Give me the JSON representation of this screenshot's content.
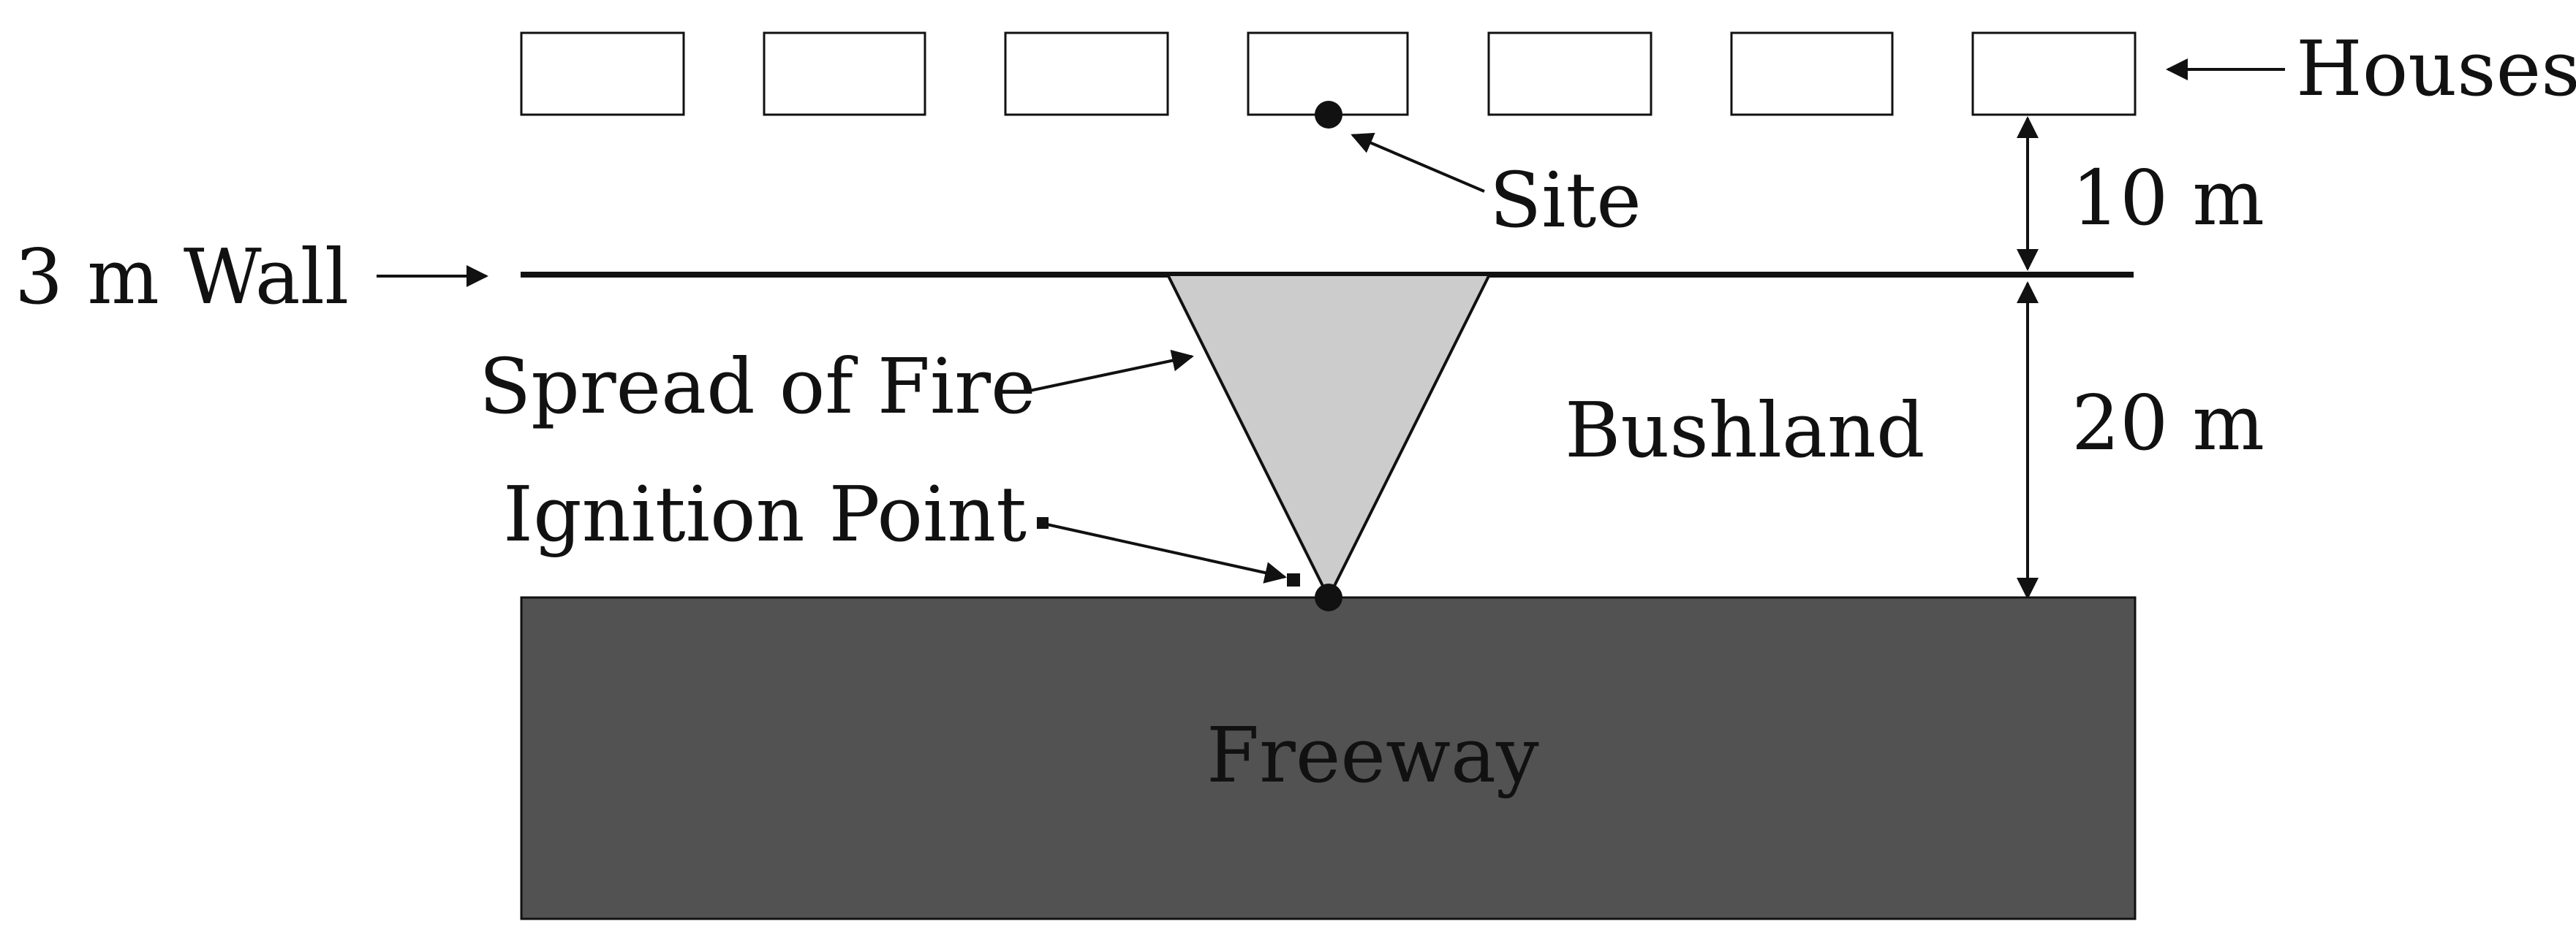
{
  "labels": {
    "houses": "Houses",
    "site": "Site",
    "ten_m": "10 m",
    "wall": "3 m Wall",
    "spread_of_fire": "Spread of Fire",
    "bushland": "Bushland",
    "twenty_m": "20 m",
    "ignition_point": "Ignition Point",
    "freeway": "Freeway"
  },
  "house_count": 7,
  "colors": {
    "freeway": "#525252",
    "fire_spread": "#cccccc",
    "ink": "#111111"
  }
}
